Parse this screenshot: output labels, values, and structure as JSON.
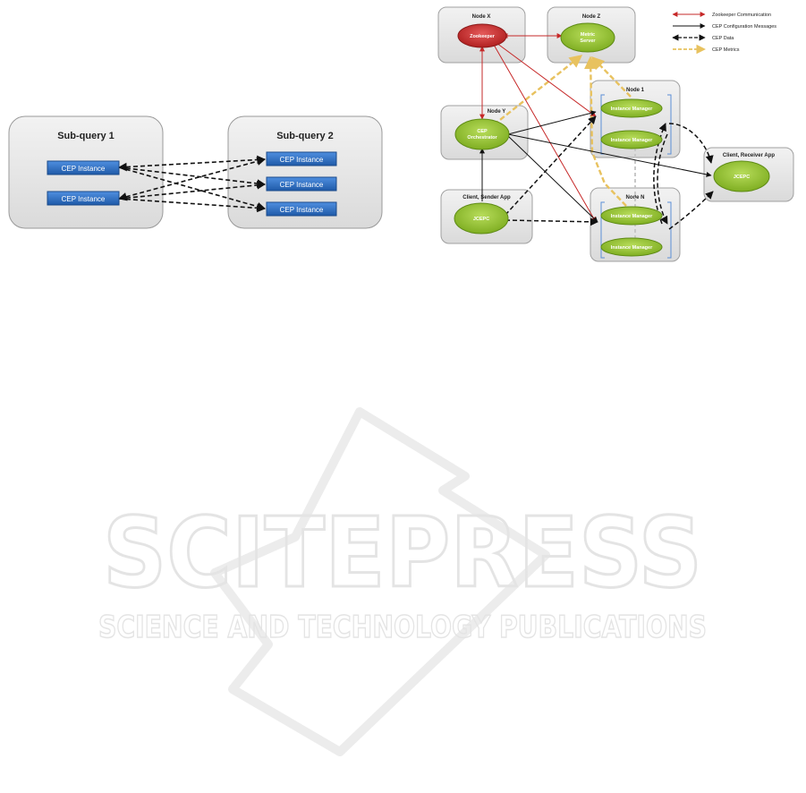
{
  "left_diagram": {
    "group1": {
      "title": "Sub-query 1",
      "instances": [
        "CEP Instance",
        "CEP Instance"
      ]
    },
    "group2": {
      "title": "Sub-query 2",
      "instances": [
        "CEP Instance",
        "CEP Instance",
        "CEP Instance"
      ]
    }
  },
  "right_diagram": {
    "legend": [
      {
        "label": "Zookeeper Communication",
        "style": "red-solid"
      },
      {
        "label": "CEP Configuration Messages",
        "style": "black-solid"
      },
      {
        "label": "CEP Data",
        "style": "black-dashed"
      },
      {
        "label": "CEP Metrics",
        "style": "yellow-dashed"
      }
    ],
    "nodes": {
      "node_x": {
        "title": "Node X",
        "component": "Zookeeper"
      },
      "node_z": {
        "title": "Node Z",
        "component_line1": "Metric",
        "component_line2": "Server"
      },
      "node_y": {
        "title": "Node Y",
        "component_line1": "CEP",
        "component_line2": "Orchestrator"
      },
      "node_1": {
        "title": "Node 1",
        "components": [
          "Instance Manager",
          "Instance Manager"
        ]
      },
      "node_n": {
        "title": "Node N",
        "components": [
          "Instance Manager",
          "Instance Manager"
        ]
      },
      "sender": {
        "title": "Client, Sender App",
        "component": "JCEPC"
      },
      "receiver": {
        "title": "Client, Receiver App",
        "component": "JCEPC"
      }
    }
  },
  "watermark": {
    "title": "SCITEPRESS",
    "subtitle": "SCIENCE AND TECHNOLOGY PUBLICATIONS"
  },
  "colors": {
    "group_bg": "#e6e6e6",
    "instance_blue": "#2e6fc4",
    "green": "#8fc12c",
    "red": "#c62828",
    "metrics_yellow": "#e8c25f",
    "watermark": "#ebebeb"
  }
}
